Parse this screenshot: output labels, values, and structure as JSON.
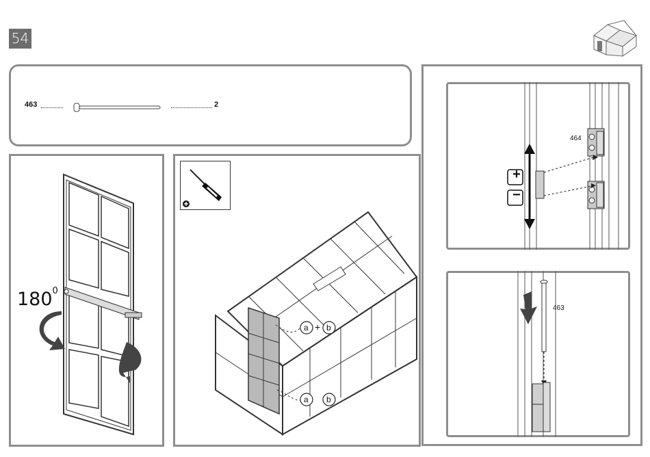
{
  "page": {
    "number": "54"
  },
  "parts": {
    "code": "463",
    "quantity": "2"
  },
  "rotation": {
    "value": "180",
    "unit": "0"
  },
  "callouts": {
    "top_pair": {
      "a": "a",
      "plus": "+",
      "b": "b"
    },
    "bottom_pair": {
      "a": "a",
      "b": "b"
    }
  },
  "detail_a": {
    "part_code": "464",
    "plus": "+",
    "minus": "−"
  },
  "detail_b": {
    "part_code": "463"
  },
  "icons": [
    "greenhouse-thumbnail-icon",
    "screwdriver-icon",
    "phillips-tip-icon",
    "rotate-arrow-icon",
    "down-arrow-icon"
  ]
}
